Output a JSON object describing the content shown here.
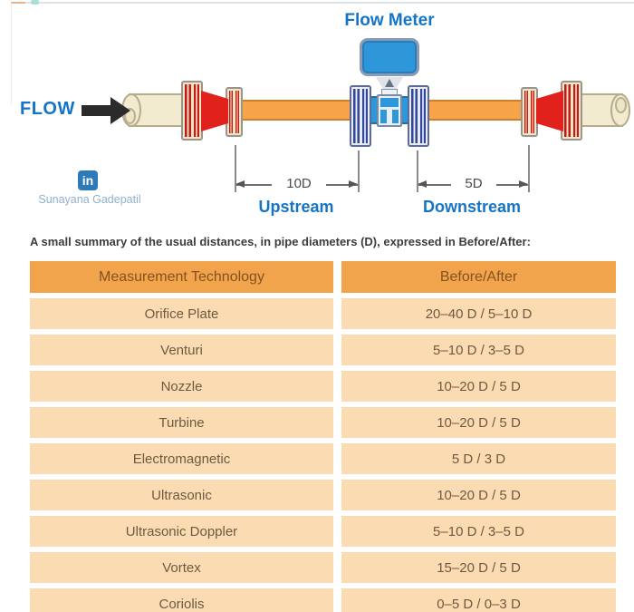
{
  "diagram": {
    "flow_meter_label": "Flow Meter",
    "flow_label": "FLOW",
    "upstream_distance_label": "10D",
    "downstream_distance_label": "5D",
    "upstream_label": "Upstream",
    "downstream_label": "Downstream"
  },
  "attribution": {
    "icon": "linkedin-icon",
    "icon_text": "in",
    "name": "Sunayana Gadepatil"
  },
  "summary": {
    "text": "A small summary of the usual distances, in pipe diameters (D), expressed in Before/After:"
  },
  "table": {
    "headers": [
      "Measurement Technology",
      "Before/After"
    ],
    "rows": [
      {
        "technology": "Orifice Plate",
        "before_after": "20–40 D / 5–10 D"
      },
      {
        "technology": "Venturi",
        "before_after": "5–10 D / 3–5 D"
      },
      {
        "technology": "Nozzle",
        "before_after": "10–20 D / 5 D"
      },
      {
        "technology": "Turbine",
        "before_after": "10–20 D / 5 D"
      },
      {
        "technology": "Electromagnetic",
        "before_after": "5 D / 3 D"
      },
      {
        "technology": "Ultrasonic",
        "before_after": "10–20 D / 5 D"
      },
      {
        "technology": "Ultrasonic Doppler",
        "before_after": "5–10 D / 3–5 D"
      },
      {
        "technology": "Vortex",
        "before_after": "15–20 D / 5 D"
      },
      {
        "technology": "Coriolis",
        "before_after": "0–5 D / 0–3 D"
      }
    ]
  },
  "colors": {
    "label_blue": "#1574c4",
    "linkedin_blue": "#2e7ab8",
    "pipe_orange": "#f7a34a",
    "pipe_beige": "#f3ebcf",
    "flange_red": "#d8201c",
    "flange_navy": "#3c4f9e",
    "meter_blue": "#2e97d9",
    "table_header_bg": "#f2a44c",
    "table_row_bg": "#fbdbb2"
  }
}
